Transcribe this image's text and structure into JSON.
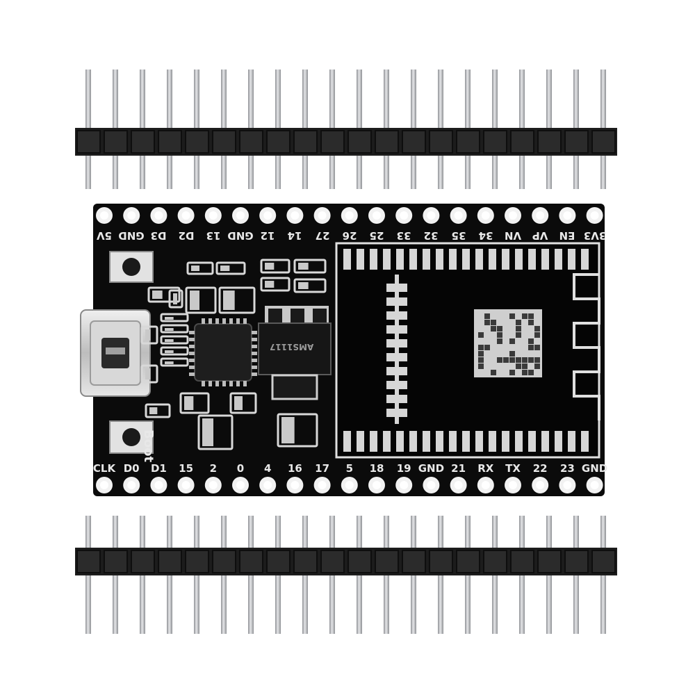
{
  "colors": {
    "background": "#ffffff",
    "pcb": "#0b0b0b",
    "silkscreen": "#e8e8e8",
    "pin_metal": "#c9cacc",
    "header_plastic": "#1c1c1c",
    "gold_pad": "#d9d9d9"
  },
  "board": {
    "top_pin_labels": [
      "5V",
      "GND",
      "D3",
      "D2",
      "13",
      "GND",
      "12",
      "14",
      "27",
      "26",
      "25",
      "33",
      "32",
      "35",
      "34",
      "VN",
      "VP",
      "EN",
      "3V3"
    ],
    "bottom_pin_labels": [
      "CLK",
      "D0",
      "D1",
      "15",
      "2",
      "0",
      "4",
      "16",
      "17",
      "5",
      "18",
      "19",
      "GND",
      "21",
      "RX",
      "TX",
      "22",
      "23",
      "GND"
    ],
    "boot_label": "Boot",
    "regulator_marking": "AMS1117"
  },
  "header_strip_top": {
    "pin_count": 20
  },
  "header_strip_bottom": {
    "pin_count": 20
  }
}
